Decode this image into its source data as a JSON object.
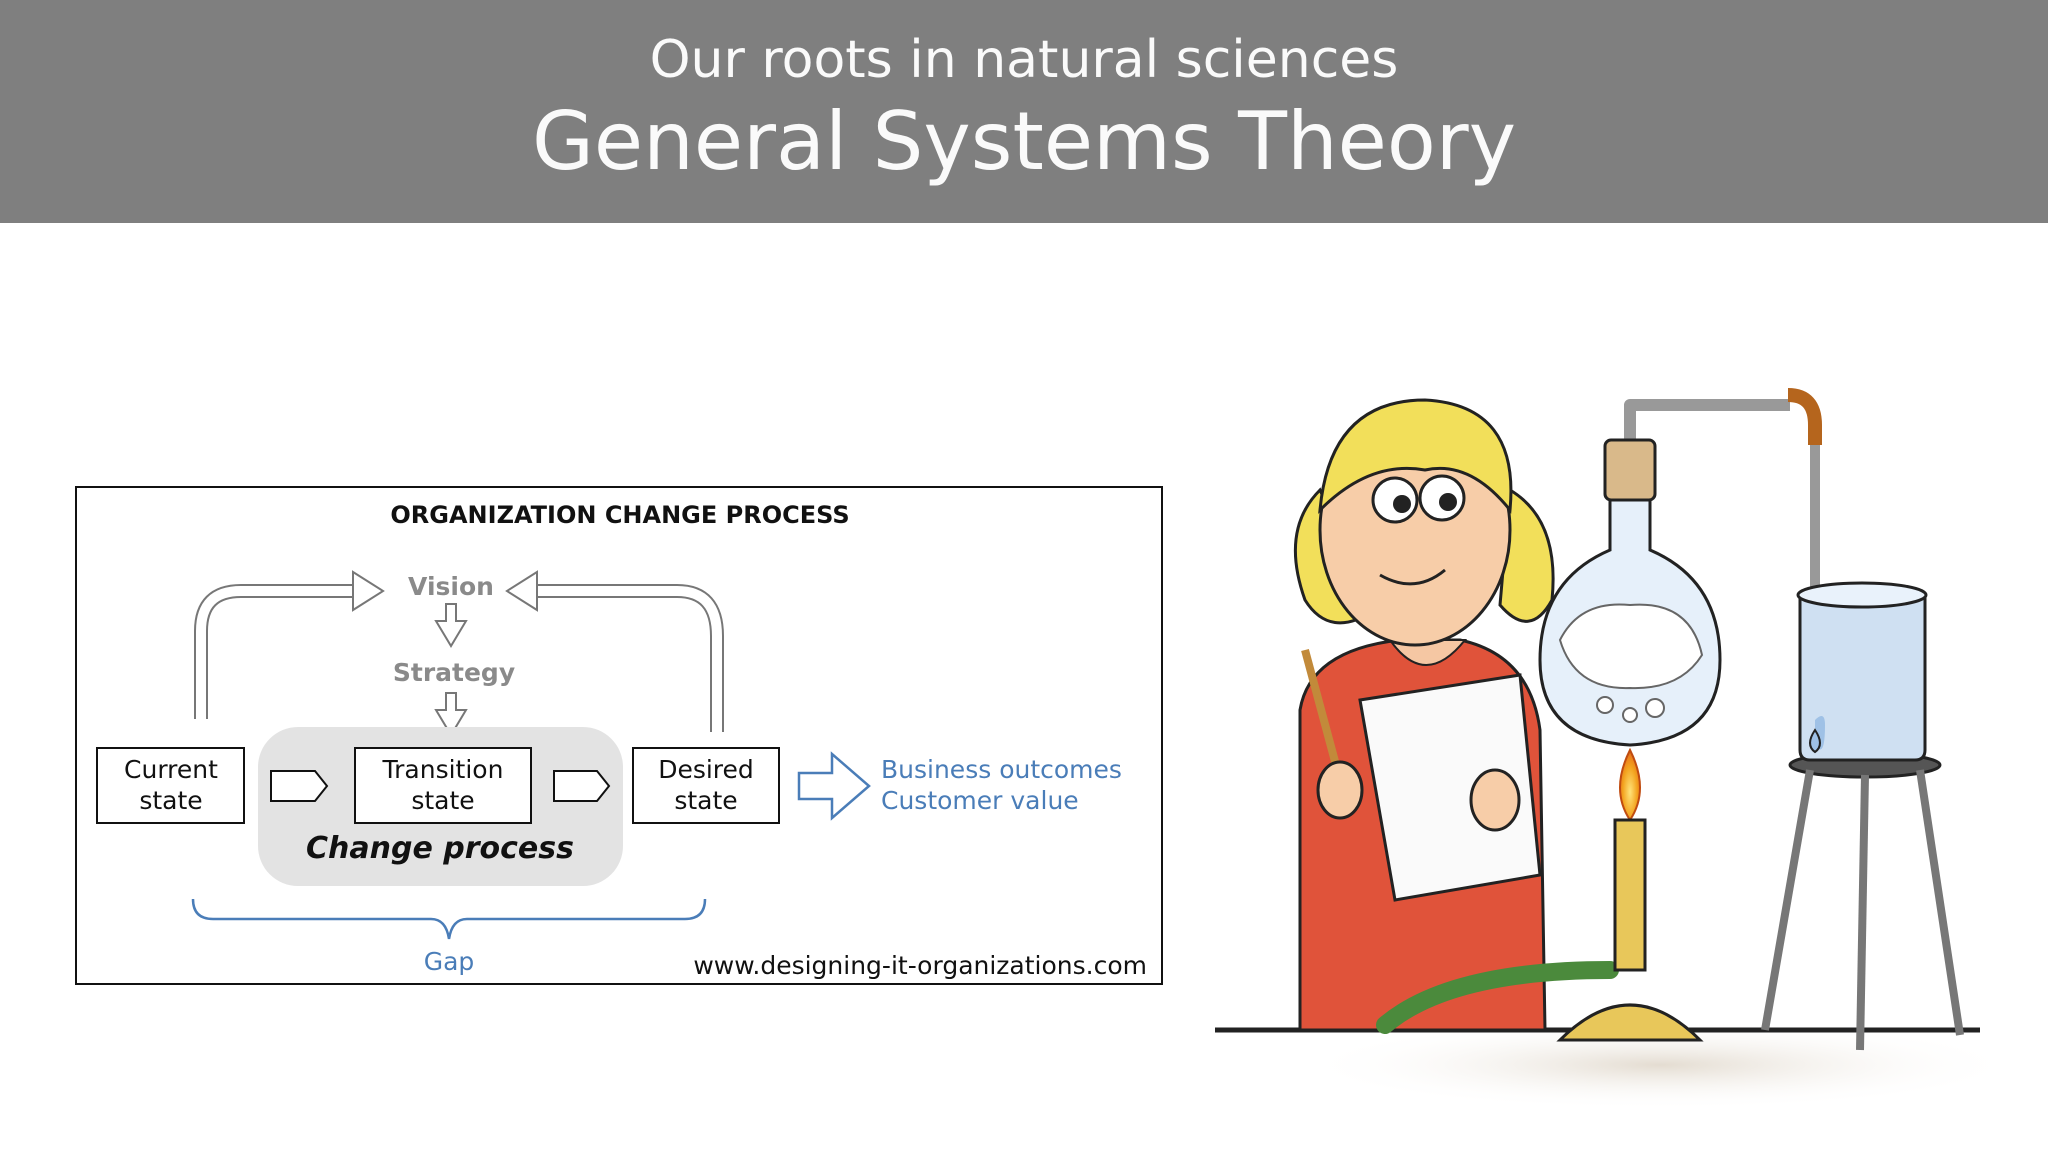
{
  "header": {
    "subtitle": "Our roots in natural sciences",
    "title": "General Systems Theory"
  },
  "diagram": {
    "title": "ORGANIZATION CHANGE PROCESS",
    "vision": "Vision",
    "strategy": "Strategy",
    "current_state": [
      "Current",
      "state"
    ],
    "transition_state": [
      "Transition",
      "state"
    ],
    "desired_state": [
      "Desired",
      "state"
    ],
    "change_process": "Change process",
    "outcomes": [
      "Business outcomes",
      "Customer value"
    ],
    "gap": "Gap",
    "source_url": "www.designing-it-organizations.com"
  },
  "colors": {
    "header_bg": "#7f7f7f",
    "accent_blue": "#4a7db8",
    "muted_gray": "#8a8a8a"
  }
}
